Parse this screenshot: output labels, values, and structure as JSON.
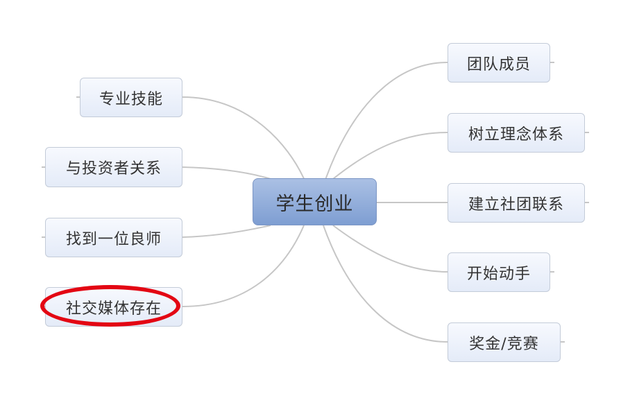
{
  "center_topic": "学生创业",
  "branches_left": [
    {
      "label": "专业技能"
    },
    {
      "label": "与投资者关系"
    },
    {
      "label": "找到一位良师"
    },
    {
      "label": "社交媒体存在"
    }
  ],
  "branches_right": [
    {
      "label": "团队成员"
    },
    {
      "label": "树立理念体系"
    },
    {
      "label": "建立社团联系"
    },
    {
      "label": "开始动手"
    },
    {
      "label": "奖金/竞赛"
    }
  ],
  "highlight": {
    "target": "社交媒体存在",
    "color": "#e30613"
  }
}
